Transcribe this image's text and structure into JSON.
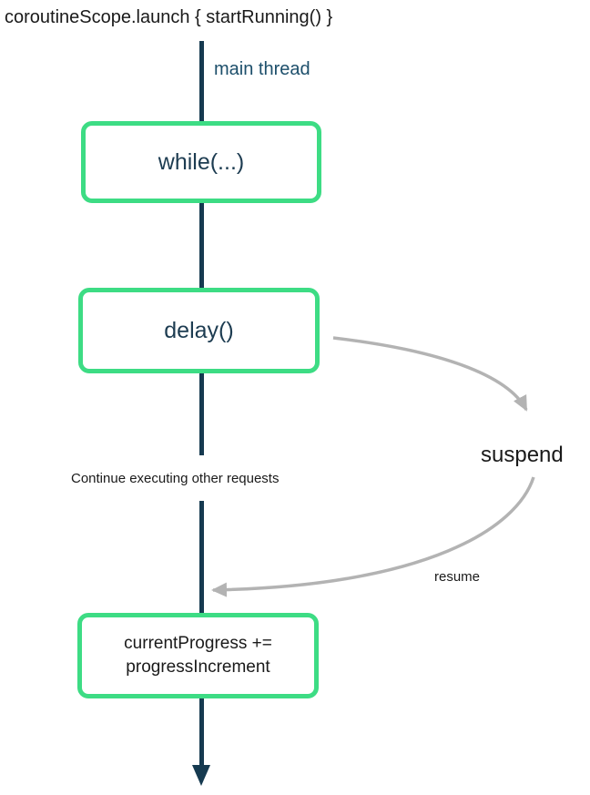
{
  "header": {
    "code_title": "coroutineScope.launch { startRunning() }"
  },
  "thread": {
    "label": "main thread"
  },
  "nodes": {
    "while_label": "while(...)",
    "delay_label": "delay()",
    "progress_line1": "currentProgress +=",
    "progress_line2": "progressIncrement"
  },
  "annotations": {
    "continue_label": "Continue executing other requests",
    "suspend_label": "suspend",
    "resume_label": "resume"
  },
  "colors": {
    "accent_green": "#3ddc84",
    "thread_navy": "#163a50",
    "node_text_navy": "#1d3c51",
    "thread_label_blue": "#1d4f6b",
    "arrow_gray": "#b3b3b3",
    "text_black": "#1a1a1a",
    "background": "#ffffff"
  }
}
